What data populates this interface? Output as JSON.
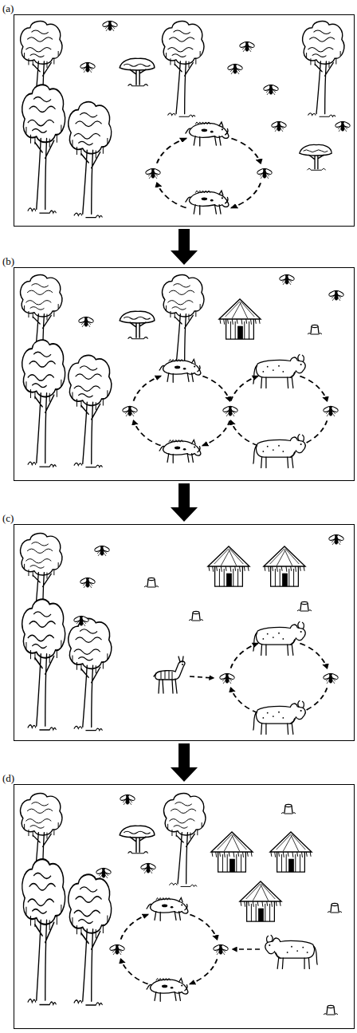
{
  "diagram": {
    "nodes": [
      {
        "text": [
          "(a)"
        ]
      },
      {
        "text": [
          "(b)"
        ]
      },
      {
        "text": [
          "(c)"
        ]
      },
      {
        "text": [
          "(d)"
        ]
      }
    ],
    "edges": [
      {
        "from": 0,
        "to": 1,
        "arrow": "to"
      },
      {
        "from": 1,
        "to": 2,
        "arrow": "to"
      },
      {
        "from": 2,
        "to": 3,
        "arrow": "to"
      }
    ]
  }
}
